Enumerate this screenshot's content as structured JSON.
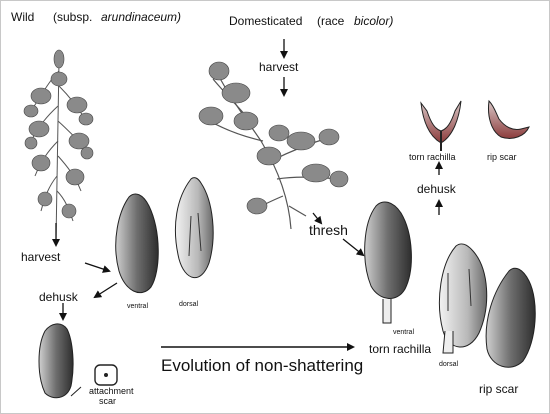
{
  "labels": {
    "wild": "Wild",
    "wild_subsp_prefix": "(subsp.",
    "wild_subsp_name": "arundinaceum)",
    "domesticated": "Domesticated",
    "dom_race_prefix": "(race",
    "dom_race_name": "bicolor)",
    "harvest_top": "harvest",
    "harvest_left": "harvest",
    "dehusk_left": "dehusk",
    "ventral_left": "ventral",
    "dorsal_left": "dorsal",
    "attachment": "attachment",
    "scar": "scar",
    "thresh": "thresh",
    "torn_rachilla_top": "torn rachilla",
    "rip_scar_top": "rip scar",
    "dehusk_right": "dehusk",
    "ventral_right": "ventral",
    "dorsal_right": "dorsal",
    "torn_rachilla_bottom": "torn rachilla",
    "rip_scar_bottom": "rip scar",
    "evolution": "Evolution of non-shattering"
  },
  "colors": {
    "ink": "#111111",
    "grain_dark": "#3a3a3a",
    "grain_mid": "#7a7a7a",
    "grain_light": "#cfcfcf",
    "husk_red": "#9a4a4a",
    "panicle": "#555555"
  }
}
